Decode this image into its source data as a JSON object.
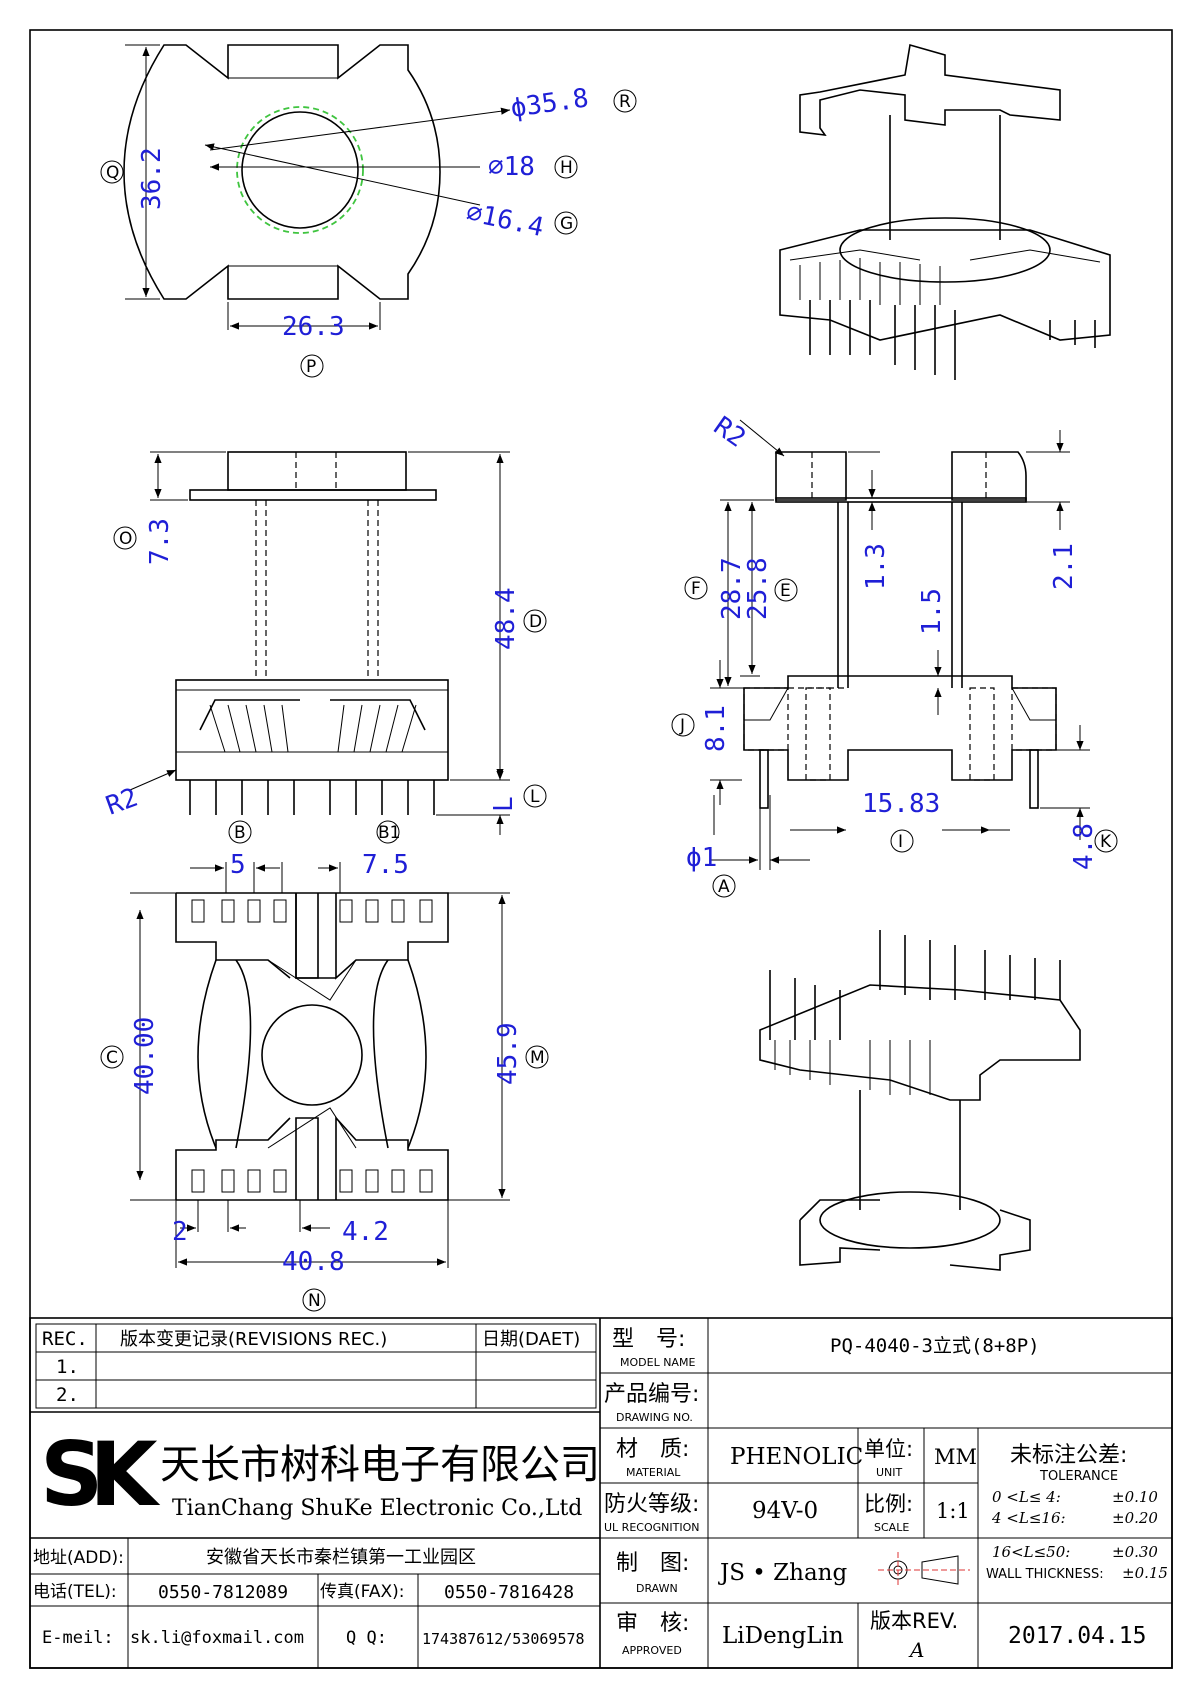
{
  "dimensions": {
    "d358": "ϕ35.8",
    "d18": "⌀18",
    "d164": "⌀16.4",
    "d362": "36.2",
    "d263": "26.3",
    "d73": "7.3",
    "d484": "48.4",
    "r2": "R2",
    "dL": "L",
    "d5": "5",
    "d75": "7.5",
    "d4000": "40.00",
    "d459": "45.9",
    "d2": "2",
    "d42": "4.2",
    "d408": "40.8",
    "d287": "28.7",
    "d258": "25.8",
    "d13": "1.3",
    "d21": "2.1",
    "d15": "1.5",
    "d81": "8.1",
    "d1583": "15.83",
    "d48": "4.8",
    "phi1": "ϕ1"
  },
  "labels": {
    "R": "R",
    "H": "H",
    "G": "G",
    "Q": "Q",
    "P": "P",
    "O": "O",
    "D": "D",
    "L": "L",
    "B": "B",
    "B1": "B1",
    "C": "C",
    "M": "M",
    "N": "N",
    "F": "F",
    "E": "E",
    "J": "J",
    "I": "I",
    "K": "K",
    "A": "A"
  },
  "titleblock": {
    "rec": "REC.",
    "revisions": "版本变更记录(REVISIONS REC.)",
    "date_head": "日期(DAET)",
    "row1": "1.",
    "row2": "2.",
    "company_cn": "天长市树科电子有限公司",
    "company_en": "TianChang ShuKe Electronic Co.,Ltd",
    "logo": "SK",
    "addr_label": "地址(ADD):",
    "addr": "安徽省天长市秦栏镇第一工业园区",
    "tel_label": "电话(TEL):",
    "tel": "0550-7812089",
    "fax_label": "传真(FAX):",
    "fax": "0550-7816428",
    "email_label": "E-meil:",
    "email": "sk.li@foxmail.com",
    "qq_label": "Q Q:",
    "qq": "174387612/53069578",
    "model_cn": "型　号:",
    "model_en": "MODEL NAME",
    "model": "PQ-4040-3立式(8+8P)",
    "drawing_cn": "产品编号:",
    "drawing_en": "DRAWING NO.",
    "material_cn": "材　质:",
    "material_en": "MATERIAL",
    "material": "PHENOLIC",
    "unit_cn": "单位:",
    "unit_en": "UNIT",
    "unit": "MM",
    "ul_cn": "防火等级:",
    "ul_en": "UL RECOGNITION",
    "ul": "94V-0",
    "scale_cn": "比例:",
    "scale_en": "SCALE",
    "scale": "1:1",
    "drawn_cn": "制　图:",
    "drawn_en": "DRAWN",
    "drawn": "JS • Zhang",
    "approved_cn": "审　核:",
    "approved_en": "APPROVED",
    "approved": "LiDengLin",
    "rev_cn": "版本REV.",
    "rev": "A",
    "date": "2017.04.15",
    "tol_cn": "未标注公差:",
    "tol_en": "TOLERANCE",
    "tol1_l": "0 <L≤ 4:",
    "tol1_v": "±0.10",
    "tol2_l": "4 <L≤16:",
    "tol2_v": "±0.20",
    "tol3_l": "16<L≤50:",
    "tol3_v": "±0.30",
    "tol4_l": "WALL THICKNESS:",
    "tol4_v": "±0.15"
  }
}
